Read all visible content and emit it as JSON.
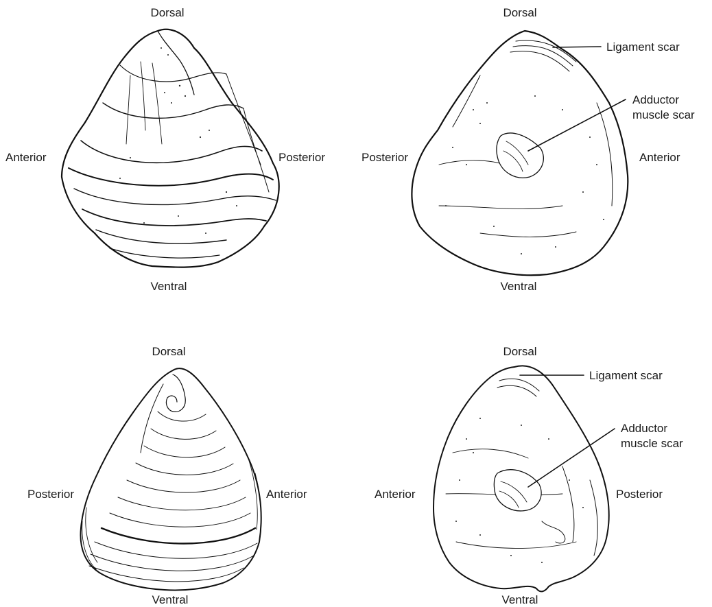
{
  "panels": [
    {
      "id": "top-left",
      "labels": {
        "dorsal": "Dorsal",
        "ventral": "Ventral",
        "left": "Anterior",
        "right": "Posterior"
      }
    },
    {
      "id": "top-right",
      "labels": {
        "dorsal": "Dorsal",
        "ventral": "Ventral",
        "left": "Posterior",
        "right": "Anterior"
      },
      "callouts": {
        "ligament": "Ligament scar",
        "adductor_line1": "Adductor",
        "adductor_line2": "muscle scar"
      }
    },
    {
      "id": "bottom-left",
      "labels": {
        "dorsal": "Dorsal",
        "ventral": "Ventral",
        "left": "Posterior",
        "right": "Anterior"
      }
    },
    {
      "id": "bottom-right",
      "labels": {
        "dorsal": "Dorsal",
        "ventral": "Ventral",
        "left": "Anterior",
        "right": "Posterior"
      },
      "callouts": {
        "ligament": "Ligament scar",
        "adductor_line1": "Adductor",
        "adductor_line2": "muscle scar"
      }
    }
  ]
}
